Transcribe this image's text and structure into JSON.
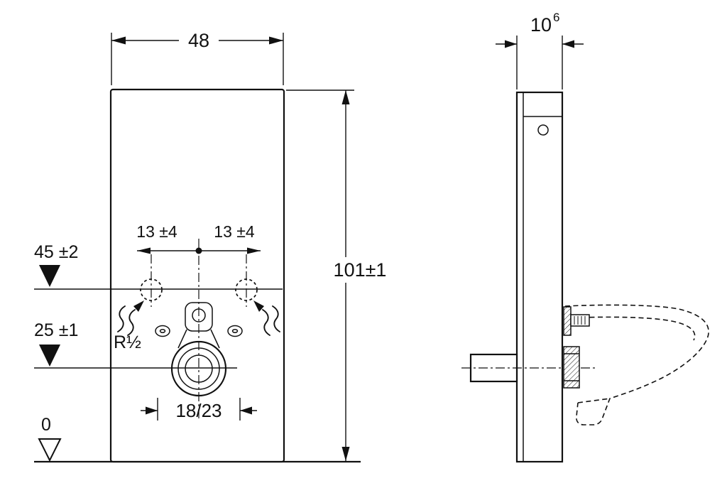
{
  "page": {
    "background": "#ffffff",
    "line_color": "#111111"
  },
  "front": {
    "width": "48",
    "height": "101±1",
    "level_upper": "45 ±2",
    "level_lower": "25 ±1",
    "level_zero": "0",
    "offset_left": "13 ±4",
    "offset_right": "13 ±4",
    "thread": "R½",
    "outlet": "18/23"
  },
  "side": {
    "depth": "10",
    "depth_sup": "6"
  }
}
